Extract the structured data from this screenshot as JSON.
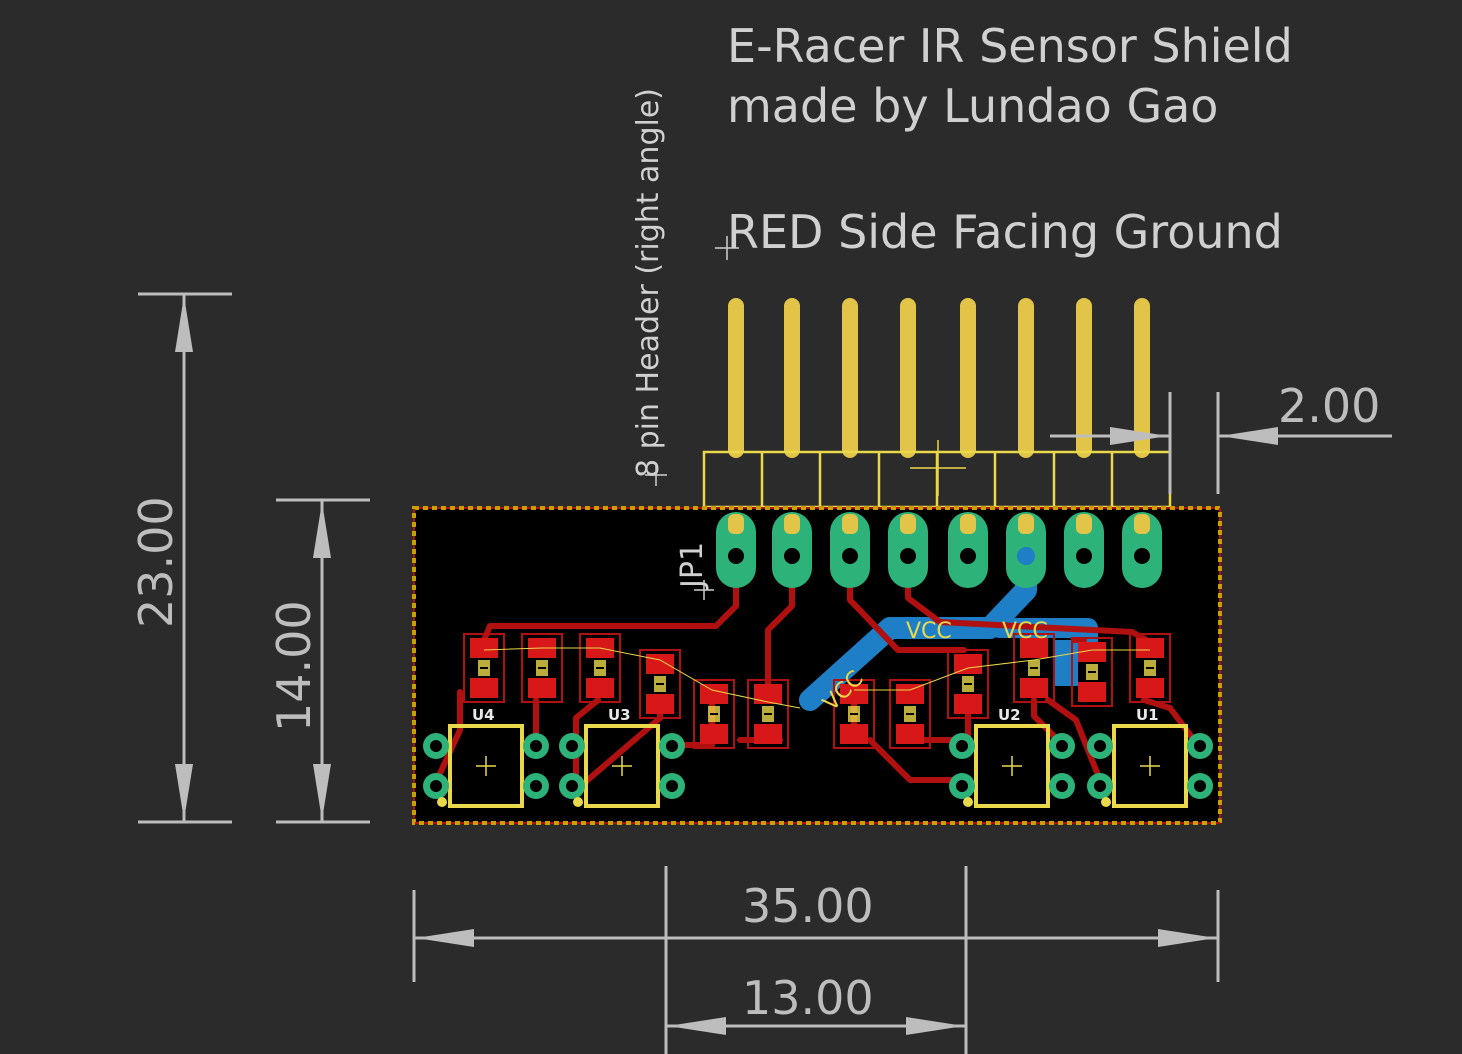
{
  "title": {
    "line1": "E-Racer IR Sensor Shield",
    "line2": "made by Lundao Gao",
    "line3": "RED Side Facing Ground"
  },
  "header": {
    "label": "8 pin Header (right angle)",
    "ref": "JP1",
    "pin_count": 8
  },
  "dimensions": {
    "height_total": "23.00",
    "height_board": "14.00",
    "width_total": "35.00",
    "width_inner": "13.00",
    "pin_offset": "2.00"
  },
  "sensors": [
    "U4",
    "U3",
    "U2",
    "U1"
  ],
  "nets": {
    "vcc1": "VCC",
    "vcc2": "VCC",
    "vcc3": "VCC"
  },
  "colors": {
    "background": "#2b2b2b",
    "board": "#000000",
    "outline": "#c8a000",
    "top_copper": "#b01010",
    "bottom_copper": "#1e7fc6",
    "pads": "#2db37a",
    "silkscreen": "#e8d84a",
    "dimension": "#bdbdbd"
  }
}
